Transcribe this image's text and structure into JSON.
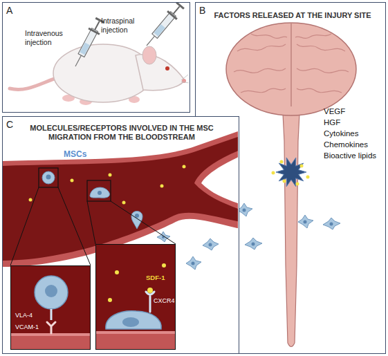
{
  "diagram": {
    "nodes": [
      {
        "text": [
          "A",
          "Intravenous injection",
          "Intraspinal injection"
        ]
      },
      {
        "text": [
          "B",
          "FACTORS RELEASED AT THE INJURY SITE",
          "VEGF",
          "HGF",
          "Cytokines",
          "Chemokines",
          "Bioactive lipids"
        ]
      },
      {
        "text": [
          "C",
          "MOLECULES/RECEPTORS INVOLVED IN THE MSC MIGRATION FROM THE BLOODSTREAM",
          "MSCs"
        ]
      },
      {
        "text": [
          "VLA-4",
          "VCAM-1"
        ],
        "in": 2
      },
      {
        "text": [
          "SDF-1",
          "CXCR4"
        ],
        "in": 2
      }
    ]
  }
}
